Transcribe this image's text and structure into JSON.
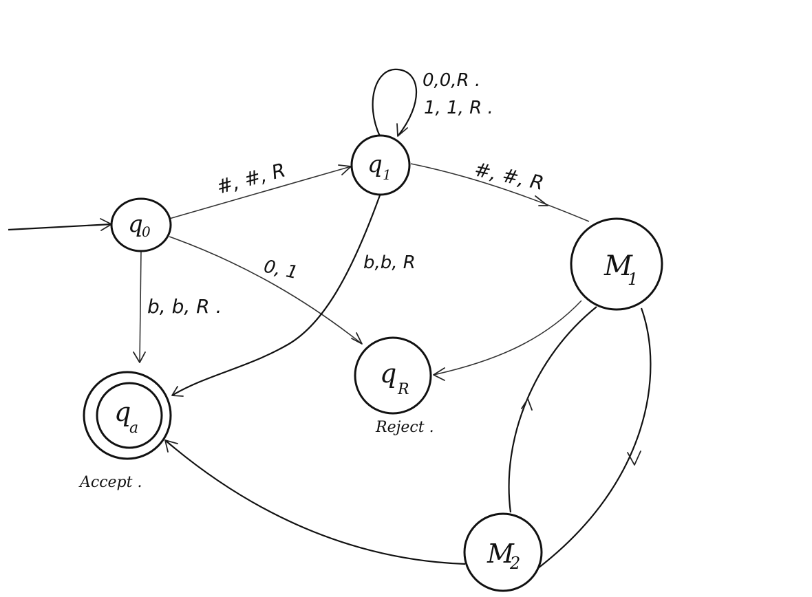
{
  "states": {
    "q0": {
      "name": "q",
      "sub": "0"
    },
    "q1": {
      "name": "q",
      "sub": "1"
    },
    "m1": {
      "name": "M",
      "sub": "1"
    },
    "qr": {
      "name": "q",
      "sub": "R"
    },
    "qa": {
      "name": "q",
      "sub": "a"
    },
    "m2": {
      "name": "M",
      "sub": "2"
    }
  },
  "transitions": {
    "q0_q1": "#, #, R",
    "q1_loop_line1": "0,0,R .",
    "q1_loop_line2": "1, 1, R .",
    "q1_m1": "#, #, R",
    "q0_qr": "0, 1",
    "q1_qa": "b,b, R",
    "q0_qa": "b, b, R ."
  },
  "notes": {
    "accept": "Accept .",
    "reject": "Reject ."
  }
}
